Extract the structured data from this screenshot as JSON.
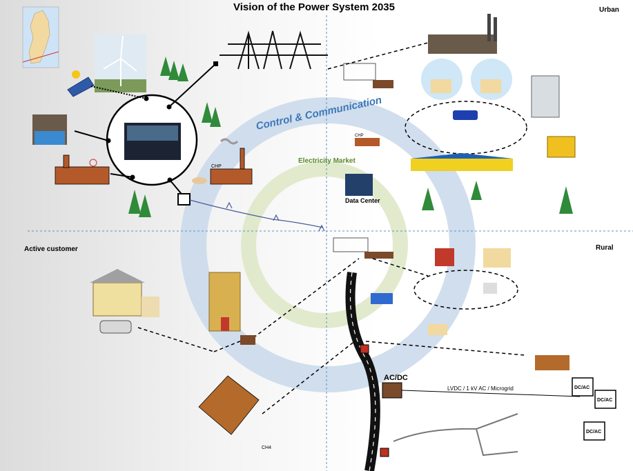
{
  "title": "Vision of the Power System 2035",
  "quadrants": {
    "urban": "Urban",
    "rural": "Rural",
    "active_customer": "Active customer"
  },
  "ring": {
    "outer_label": "Control & Communication",
    "inner_label": "Electricity Market"
  },
  "labels": {
    "chp_small_1": "CHP",
    "chp_small_2": "CHP",
    "data_center": "Data Center",
    "acdc": "AC/DC",
    "lvdc": "LVDC / 1 kV AC / Microgrid",
    "dcac_1": "DC/AC",
    "dcac_2": "DC/AC",
    "dcac_3": "DC/AC",
    "ch4": "CH4"
  },
  "colors": {
    "ring_blue": "#c9d8ea",
    "ring_green": "#dfe8c8",
    "divider": "#5b8fc9",
    "accent_text": "#3b78b8",
    "market_text": "#5a8a2a",
    "substation": "#7a4a2a",
    "battery": "#d9262a"
  }
}
